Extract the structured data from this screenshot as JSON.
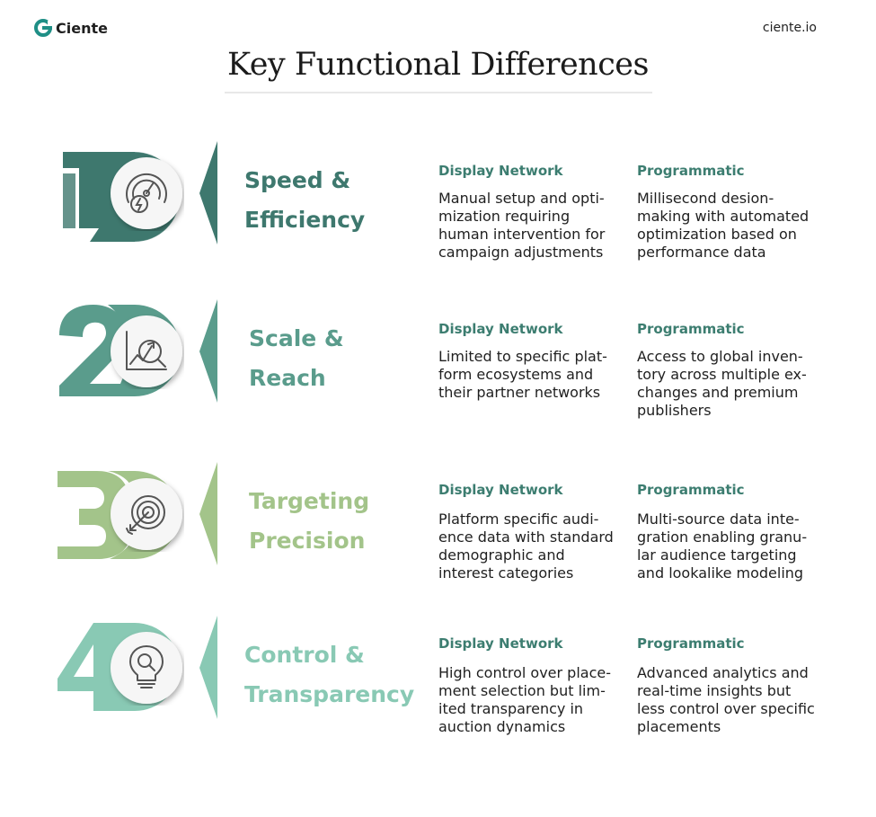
{
  "brand": {
    "name": "Ciente",
    "site": "ciente.io"
  },
  "title": "Key Functional Differences",
  "rows": [
    {
      "number": "1",
      "color": "#3e786e",
      "icon": "speedometer-lightning-icon",
      "category_lines": [
        "Speed &",
        "Efficiency"
      ],
      "display_network": {
        "heading": "Display Network",
        "lines": [
          "Manual setup and opti-",
          "mization requiring",
          "human intervention for",
          "campaign adjustments"
        ]
      },
      "programmatic": {
        "heading": "Programmatic",
        "lines": [
          "Millisecond desion-",
          "making with automated",
          "optimization based on",
          "performance data"
        ]
      }
    },
    {
      "number": "2",
      "color": "#5a9c8c",
      "icon": "growth-chart-magnifier-icon",
      "category_lines": [
        "Scale &",
        "Reach"
      ],
      "display_network": {
        "heading": "Display Network",
        "lines": [
          "Limited to specific plat-",
          "form ecosystems and",
          "their partner networks"
        ]
      },
      "programmatic": {
        "heading": "Programmatic",
        "lines": [
          "Access to global inven-",
          "tory across multiple ex-",
          "changes and premium",
          "publishers"
        ]
      }
    },
    {
      "number": "3",
      "color": "#a3c48a",
      "icon": "target-arrow-icon",
      "category_lines": [
        "Targeting",
        "Precision"
      ],
      "display_network": {
        "heading": "Display Network",
        "lines": [
          "Platform specific audi-",
          "ence data with standard",
          "demographic and",
          "interest categories"
        ]
      },
      "programmatic": {
        "heading": "Programmatic",
        "lines": [
          "Multi-source data inte-",
          "gration enabling granu-",
          "lar audience targeting",
          "and lookalike modeling"
        ]
      }
    },
    {
      "number": "4",
      "color": "#89c9b4",
      "icon": "lightbulb-magnifier-icon",
      "category_lines": [
        "Control &",
        "Transparency"
      ],
      "display_network": {
        "heading": "Display Network",
        "lines": [
          "High control over place-",
          "ment selection but lim-",
          "ited transparency in",
          "auction dynamics"
        ]
      },
      "programmatic": {
        "heading": "Programmatic",
        "lines": [
          "Advanced analytics and",
          "real-time insights but",
          "less control over specific",
          "placements"
        ]
      }
    }
  ]
}
